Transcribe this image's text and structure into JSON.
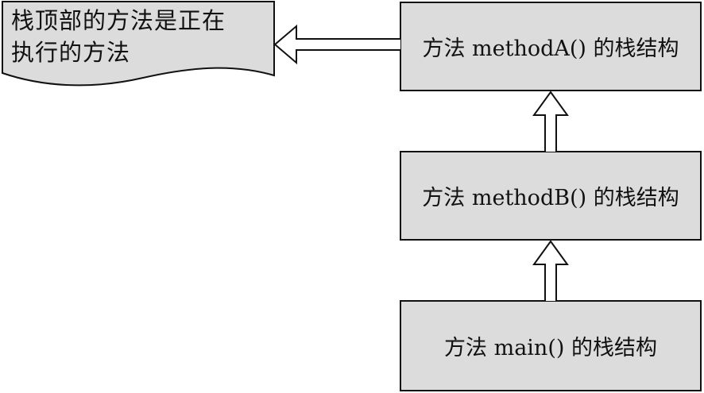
{
  "note": {
    "line1": "栈顶部的方法是正在",
    "line2": "执行的方法"
  },
  "stack": {
    "frame_a": "方法 methodA() 的栈结构",
    "frame_b": "方法 methodB() 的栈结构",
    "frame_main": "方法 main() 的栈结构"
  },
  "colors": {
    "box_fill": "#dcdcdc",
    "stroke": "#111111"
  }
}
